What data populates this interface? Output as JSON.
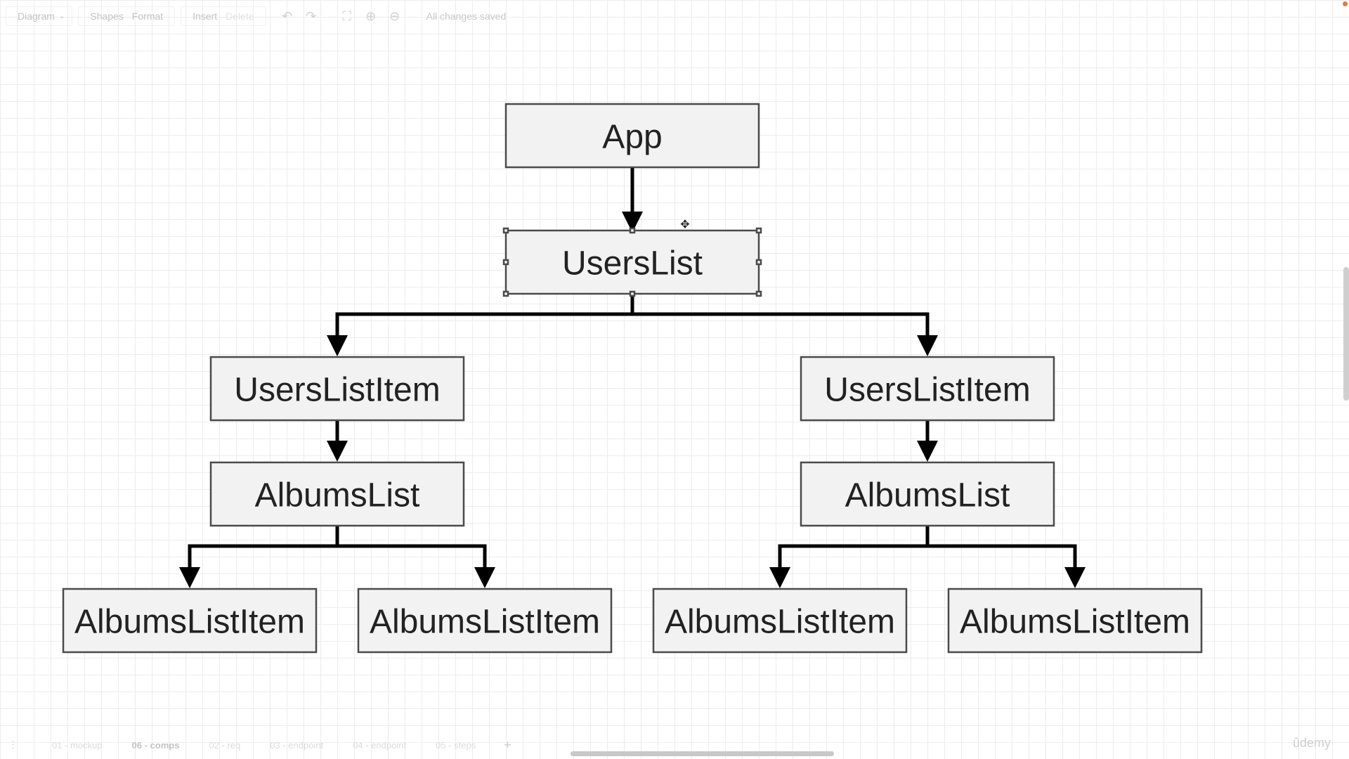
{
  "toolbar": {
    "diagram_menu": "Diagram",
    "shapes": "Shapes",
    "format": "Format",
    "insert": "Insert",
    "delete": "Delete",
    "status": "All changes saved"
  },
  "diagram": {
    "nodes": [
      {
        "id": "app",
        "label": "App"
      },
      {
        "id": "userslist",
        "label": "UsersList"
      },
      {
        "id": "userslistitem-left",
        "label": "UsersListItem"
      },
      {
        "id": "userslistitem-right",
        "label": "UsersListItem"
      },
      {
        "id": "albumslist-left",
        "label": "AlbumsList"
      },
      {
        "id": "albumslist-right",
        "label": "AlbumsList"
      },
      {
        "id": "albumslistitem-1",
        "label": "AlbumsListItem"
      },
      {
        "id": "albumslistitem-2",
        "label": "AlbumsListItem"
      },
      {
        "id": "albumslistitem-3",
        "label": "AlbumsListItem"
      },
      {
        "id": "albumslistitem-4",
        "label": "AlbumsListItem"
      }
    ],
    "edges": [
      {
        "from": "app",
        "to": "userslist"
      },
      {
        "from": "userslist",
        "to": "userslistitem-left"
      },
      {
        "from": "userslist",
        "to": "userslistitem-right"
      },
      {
        "from": "userslistitem-left",
        "to": "albumslist-left"
      },
      {
        "from": "userslistitem-right",
        "to": "albumslist-right"
      },
      {
        "from": "albumslist-left",
        "to": "albumslistitem-1"
      },
      {
        "from": "albumslist-left",
        "to": "albumslistitem-2"
      },
      {
        "from": "albumslist-right",
        "to": "albumslistitem-3"
      },
      {
        "from": "albumslist-right",
        "to": "albumslistitem-4"
      }
    ],
    "selected_node": "userslist"
  },
  "pages": {
    "tabs": [
      {
        "label": "01 - mockup",
        "active": false
      },
      {
        "label": "06 - comps",
        "active": true
      },
      {
        "label": "02 - req",
        "active": false
      },
      {
        "label": "03 - endpoint",
        "active": false
      },
      {
        "label": "04 - endpoint",
        "active": false
      },
      {
        "label": "05 - steps",
        "active": false
      }
    ],
    "add_label": "+"
  },
  "watermark": "ûdemy",
  "colors": {
    "node_fill": "#f2f2f2",
    "node_stroke": "#4a4a4a",
    "edge": "#000000",
    "selection": "#4a90d9"
  },
  "icons": [
    "undo-icon",
    "redo-icon",
    "fullscreen-icon",
    "zoom-in-icon",
    "zoom-out-icon",
    "move-cursor-icon"
  ]
}
